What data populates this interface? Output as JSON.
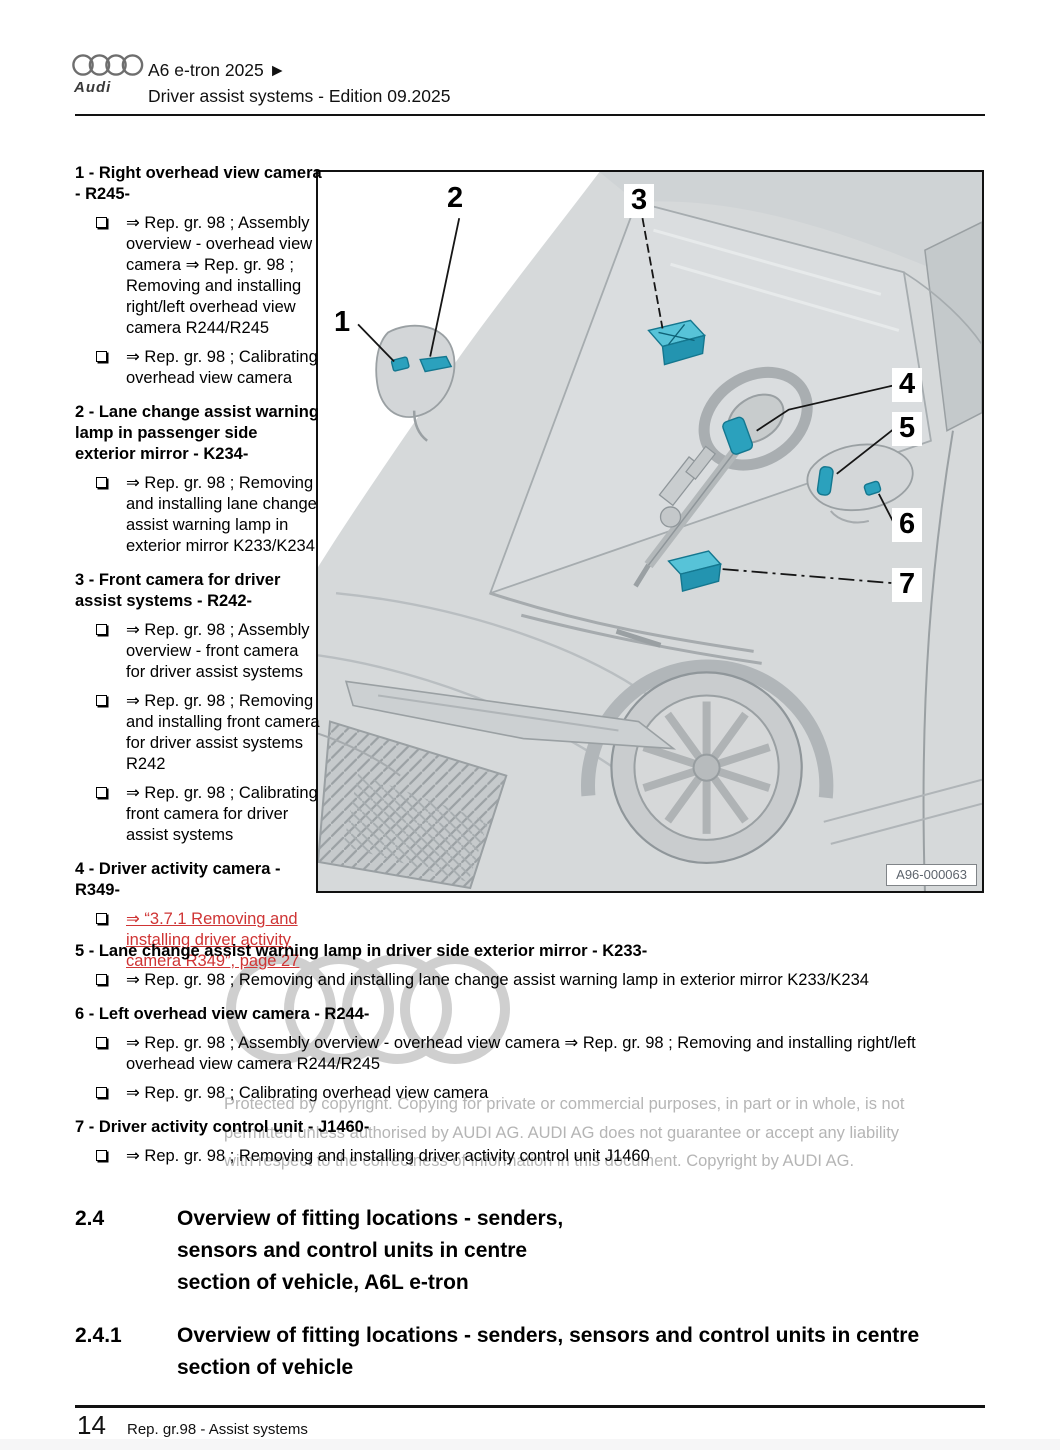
{
  "header": {
    "brand": "Audi",
    "title_line1": "A6 e-tron 2025 ►",
    "title_line2": "Driver assist systems - Edition 09.2025"
  },
  "items": [
    {
      "heading": "1 - Right overhead view camera - R245-",
      "bullets": [
        "⇒  Rep. gr.  98 ; Assembly overview - overhead view camera ⇒  Rep. gr.  98 ; Removing and installing right/left overhead view camera R244/R245",
        "⇒  Rep. gr.  98 ; Calibrating overhead view camera"
      ]
    },
    {
      "heading": "2 - Lane change assist warning lamp in passenger side exterior mirror - K234-",
      "bullets": [
        "⇒  Rep. gr.  98 ; Removing and installing lane change assist warning lamp in exterior mirror K233/K234"
      ]
    },
    {
      "heading": "3 - Front camera for driver assist systems - R242-",
      "bullets": [
        "⇒  Rep. gr.  98 ; Assembly overview - front camera for driver assist systems",
        "⇒  Rep. gr.  98 ; Removing and installing front camera for driver assist systems R242",
        "⇒  Rep. gr.  98 ; Calibrating front camera for driver assist systems"
      ]
    },
    {
      "heading": "4 - Driver activity camera - R349-",
      "bullets": [
        "⇒ “3.7.1 Removing and installing driver activity camera R349”, page 27"
      ]
    },
    {
      "heading": "5 - Lane change assist warning lamp in driver side exterior mirror - K233-",
      "bullets": [
        "⇒  Rep. gr.  98 ; Removing and installing lane change assist warning lamp in exterior mirror K233/K234"
      ]
    },
    {
      "heading": "6 - Left overhead view camera - R244-",
      "bullets": [
        "⇒  Rep. gr.  98 ; Assembly overview - overhead view camera ⇒  Rep. gr.  98 ; Removing and installing right/left overhead view camera R244/R245",
        "⇒  Rep. gr.  98 ; Calibrating overhead view camera"
      ]
    },
    {
      "heading": "7 - Driver activity control unit - J1460-",
      "bullets": [
        "⇒  Rep. gr.  98 ; Removing and installing driver activity control unit J1460"
      ]
    }
  ],
  "figure": {
    "callouts": [
      "1",
      "2",
      "3",
      "4",
      "5",
      "6",
      "7"
    ],
    "image_label": "A96-000063",
    "highlight_color": "#2ba1bd"
  },
  "watermark": {
    "lines": [
      "Protected by copyright. Copying for private or commercial purposes, in part or in whole, is not",
      "permitted unless authorised by AUDI AG. AUDI AG does not guarantee or accept any liability",
      "with respect to the correctness of information in this document. Copyright by AUDI AG."
    ]
  },
  "sections": [
    {
      "number": "2.4",
      "title": "Overview of fitting locations - senders, sensors and control units in centre section of vehicle, A6L e-tron"
    },
    {
      "number": "2.4.1",
      "title": "Overview of fitting locations - senders, sensors and control units in centre section of vehicle"
    }
  ],
  "footer": {
    "page_number": "14",
    "text": "Rep. gr.98 - Assist systems"
  },
  "colors": {
    "link_red": "#cf3434",
    "highlight_teal": "#2ba1bd",
    "watermark_gray": "#b5b5b5"
  }
}
